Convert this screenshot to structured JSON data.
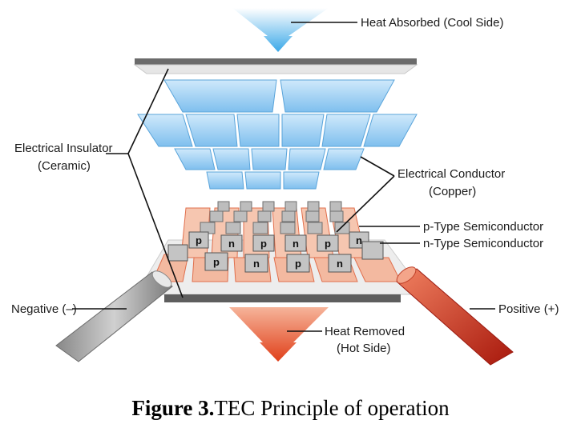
{
  "labels": {
    "heat_absorbed": "Heat Absorbed (Cool Side)",
    "insulator_1": "Electrical Insulator",
    "insulator_2": "(Ceramic)",
    "conductor_1": "Electrical Conductor",
    "conductor_2": "(Copper)",
    "p_type": "p-Type Semiconductor",
    "n_type": "n-Type Semiconductor",
    "negative": "Negative (–)",
    "positive": "Positive (+)",
    "heat_removed_1": "Heat Removed",
    "heat_removed_2": "(Hot Side)"
  },
  "pellet_letters": {
    "p": "p",
    "n": "n"
  },
  "caption": {
    "bold": "Figure 3.",
    "text": "TEC Principle of operation"
  },
  "colors": {
    "cool_blue": "#8ec9f0",
    "hot_red": "#d9532c",
    "copper_plate": "#f0b79c",
    "ceramic": "#e9e9e9",
    "pellet": "#bdbdbd"
  }
}
